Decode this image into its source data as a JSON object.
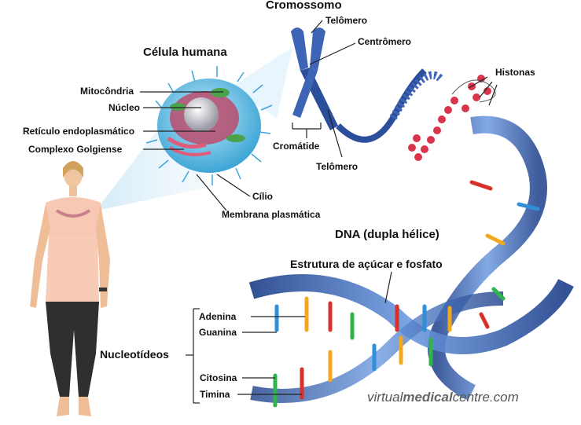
{
  "labels": {
    "cromossomo": "Cromossomo",
    "telomero_top": "Telômero",
    "centromero": "Centrômero",
    "celula_humana": "Célula humana",
    "histonas": "Histonas",
    "mitocondria": "Mitocôndria",
    "nucleo": "Núcleo",
    "reticulo": "Retículo endoplasmático",
    "golgi": "Complexo Golgiense",
    "cromatide": "Cromátide",
    "telomero_bottom": "Telômero",
    "cilio": "Cílio",
    "membrana": "Membrana plasmática",
    "dna": "DNA (dupla hélice)",
    "acucar_fosfato": "Estrutura de açúcar e fosfato",
    "adenina": "Adenina",
    "guanina": "Guanina",
    "nucleotideos": "Nucleotídeos",
    "citosina": "Citosina",
    "timina": "Timina"
  },
  "watermark": {
    "part1": "virtual",
    "part2": "medical",
    "part3": "centre.com"
  },
  "colors": {
    "adenina": "#f2a81d",
    "guanina": "#2f8fd8",
    "citosina": "#2fb34a",
    "timina": "#d9302b",
    "helix": "#3b63b8",
    "cell": "#6ec3e6",
    "histone": "#d8344a"
  }
}
